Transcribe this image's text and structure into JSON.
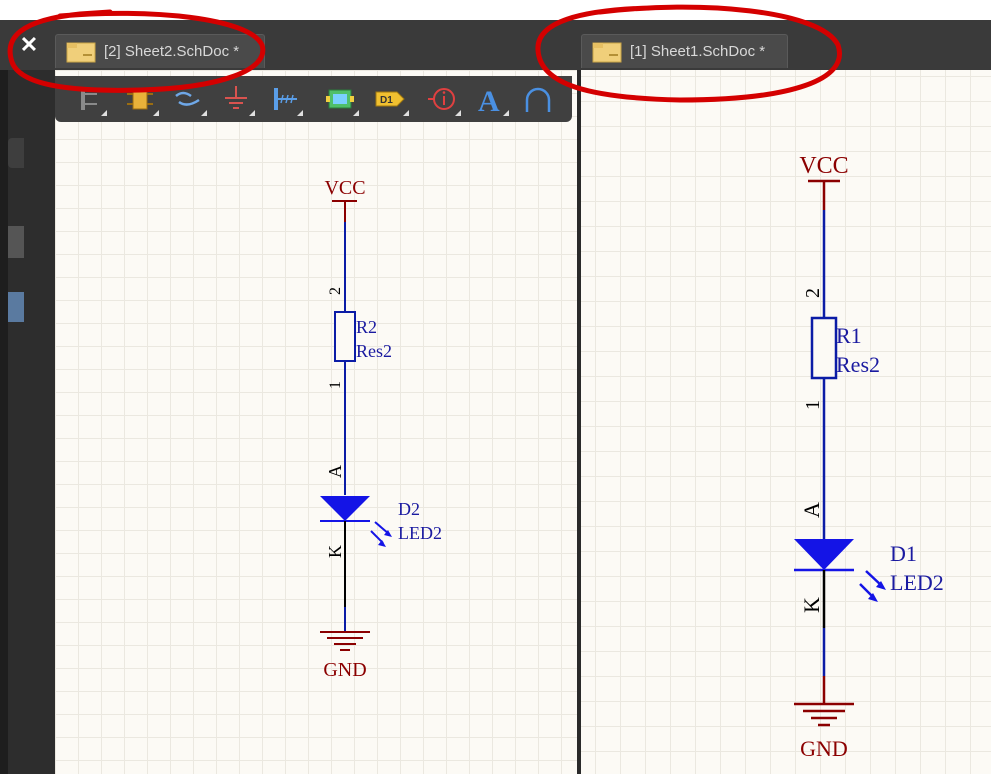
{
  "tabs": {
    "sheet2_label": "[2] Sheet2.SchDoc *",
    "sheet1_label": "[1] Sheet1.SchDoc *"
  },
  "close_glyph": "✕",
  "toolbar": {
    "tools": [
      "bus-icon",
      "component-icon",
      "net-label-icon",
      "ground-power-icon",
      "harness-connector-icon",
      "sheet-symbol-icon",
      "designator-icon",
      "parameter-icon",
      "text-icon",
      "arc-icon"
    ],
    "designator_tool_text": "D1",
    "text_tool_glyph": "A"
  },
  "sheet2": {
    "power_label": "VCC",
    "resistor_designator": "R2",
    "resistor_comment": "Res2",
    "resistor_pin_top": "2",
    "resistor_pin_bottom": "1",
    "led_pin_anode": "A",
    "led_pin_cathode": "K",
    "led_designator": "D2",
    "led_comment": "LED2",
    "ground_label": "GND"
  },
  "sheet1": {
    "power_label": "VCC",
    "resistor_designator": "R1",
    "resistor_comment": "Res2",
    "resistor_pin_top": "2",
    "resistor_pin_bottom": "1",
    "led_pin_anode": "A",
    "led_pin_cathode": "K",
    "led_designator": "D1",
    "led_comment": "LED2",
    "ground_label": "GND"
  },
  "colors": {
    "wire": "#0b1ca6",
    "power": "#8b0000",
    "led_fill": "#1414e6",
    "component_text": "#1a1aa0",
    "annotation": "#d40000"
  }
}
